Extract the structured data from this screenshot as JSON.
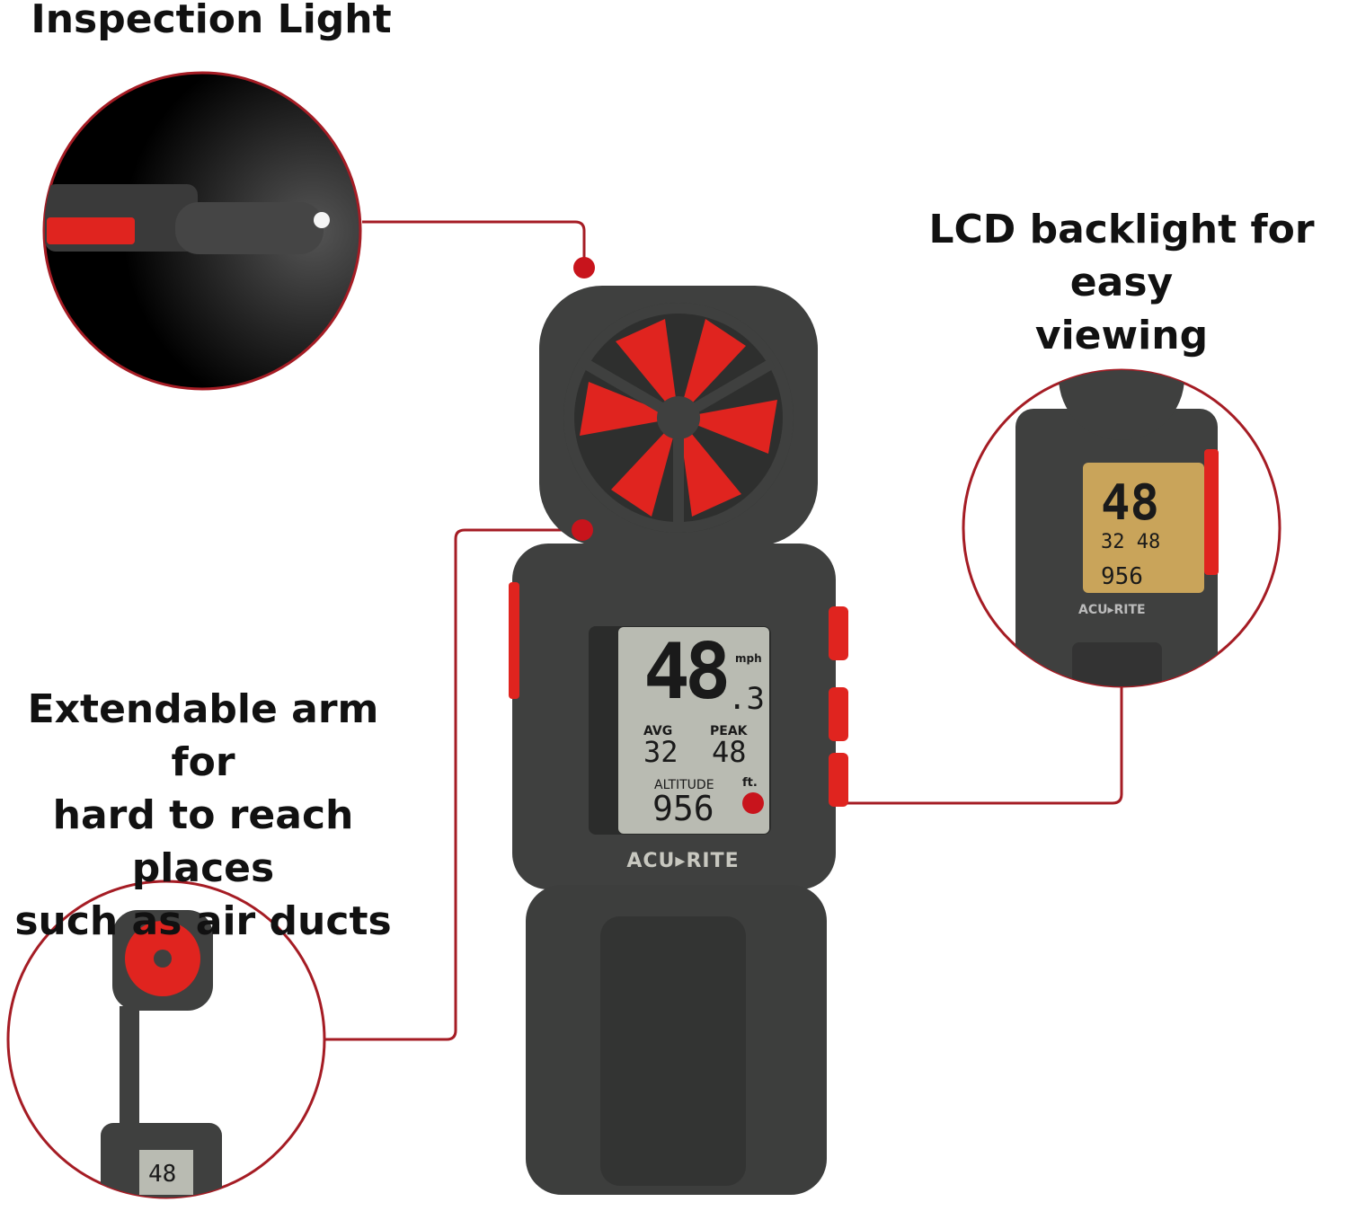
{
  "captions": {
    "inspection_light": "Inspection Light",
    "lcd_backlight": [
      "LCD backlight for easy",
      "viewing"
    ],
    "extendable_arm": [
      "Extendable arm for",
      "hard to reach places",
      "such as air ducts"
    ]
  },
  "device": {
    "brand": "ACU▸RITE",
    "lcd": {
      "speed": "48",
      "speed_decimal": ".3",
      "speed_unit": "mph",
      "avg_label": "AVG",
      "avg_value": "32",
      "peak_label": "PEAK",
      "peak_value": "48",
      "altitude_label": "ALTITUDE",
      "altitude_unit": "ft.",
      "altitude_value": "956"
    }
  },
  "colors": {
    "accent": "#a51c24",
    "fan_red": "#e0241f",
    "body": "#3f403f",
    "lcd": "#b9bbb2",
    "backlit_lcd": "#c9a45a"
  }
}
